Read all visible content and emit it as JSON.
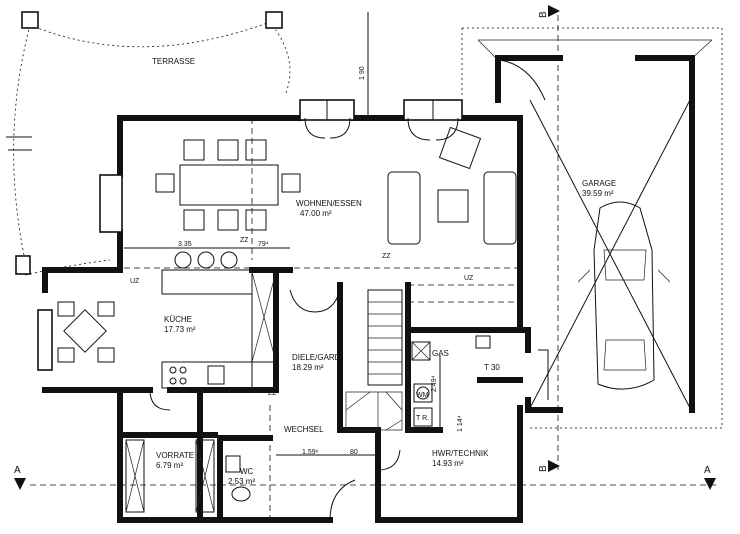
{
  "rooms": {
    "terrasse": {
      "name": "TERRASSE"
    },
    "wohnen": {
      "name": "WOHNEN/ESSEN",
      "area": "47.00 m²"
    },
    "kueche": {
      "name": "KÜCHE",
      "area": "17.73 m²"
    },
    "diele": {
      "name": "DIELE/GARD.",
      "area": "18.29 m²"
    },
    "garage": {
      "name": "GARAGE",
      "area": "39.59 m²"
    },
    "vorrate": {
      "name": "VORRATE",
      "area": "6.79 m²"
    },
    "wc": {
      "name": "WC",
      "area": "2.53 m²"
    },
    "hwr": {
      "name": "HWR/TECHNIK",
      "area": "14.93 m²"
    }
  },
  "labels": {
    "gas": "GAS",
    "wm": "WM",
    "tr": "T R.",
    "t30": "T 30",
    "wechsel": "WECHSEL",
    "uz_kitchen": "UZ",
    "uz_living": "UZ",
    "zz_1": "ZZ",
    "zz_2": "ZZ",
    "zz_3": "ZZ"
  },
  "dimensions": {
    "d190": "1 90",
    "d335": "3.35",
    "d79": "79⁴",
    "d249": "2.49⁴",
    "d114": "1 14⁴",
    "d159": "1.59⁶",
    "d80": "80"
  },
  "section_markers": {
    "a_left": "A",
    "a_right": "A",
    "b_top": "B",
    "b_bottom": "B"
  }
}
